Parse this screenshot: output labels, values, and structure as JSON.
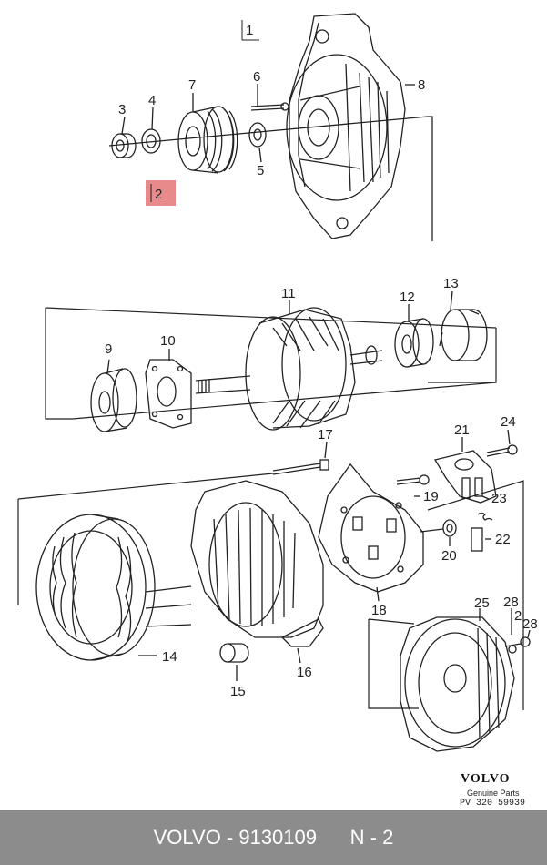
{
  "callouts": {
    "c1": "1",
    "c2": "2",
    "c3": "3",
    "c4": "4",
    "c5": "5",
    "c6": "6",
    "c7": "7",
    "c8": "8",
    "c9": "9",
    "c10": "10",
    "c11": "11",
    "c12": "12",
    "c13": "13",
    "c14": "14",
    "c15": "15",
    "c16": "16",
    "c17": "17",
    "c18": "18",
    "c19": "19",
    "c20": "20",
    "c21": "21",
    "c22": "22",
    "c23": "23",
    "c24": "24",
    "c25": "25",
    "c28a": "28",
    "c28b": "28",
    "c2small": "2"
  },
  "highlight_color": "#e8898b",
  "line_color": "#222222",
  "brand": {
    "name": "VOLVO",
    "sub": "Genuine Parts",
    "code": "PV 320 59939"
  },
  "footer": {
    "text": "VOLVO - 9130109      N - 2",
    "background": "#8c8c8c"
  }
}
